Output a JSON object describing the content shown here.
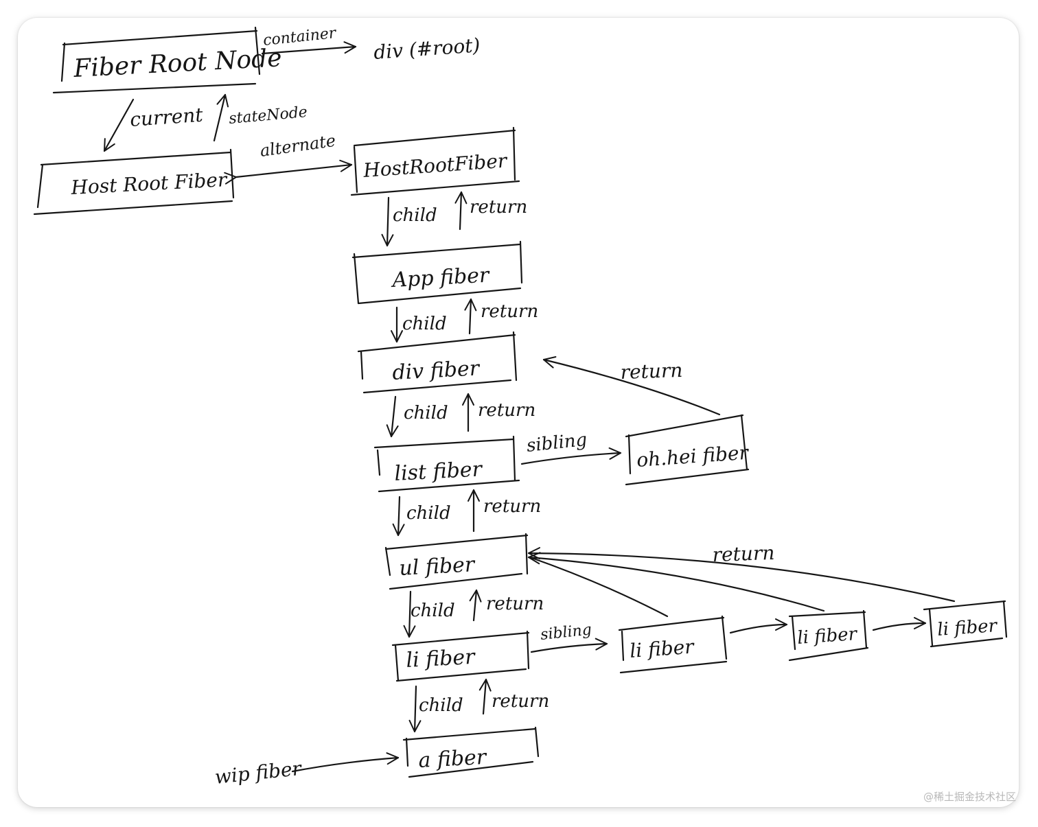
{
  "colors": {
    "ink": "#151515",
    "watermark": "#b8b8b8"
  },
  "watermark": "@稀土掘金技术社区",
  "nodes": {
    "fiber_root_node": "Fiber Root Node",
    "div_root": "div (#root)",
    "host_root_fiber_current": "Host Root Fiber",
    "host_root_fiber_wip": "HostRootFiber",
    "app_fiber": "App fiber",
    "div_fiber": "div fiber",
    "list_fiber": "list fiber",
    "ohhei_fiber": "oh.hei fiber",
    "ul_fiber": "ul fiber",
    "li_fiber_1": "li fiber",
    "li_fiber_2": "li fiber",
    "li_fiber_3": "li fiber",
    "li_fiber_4": "li fiber",
    "a_fiber": "a fiber",
    "wip_fiber": "wip fiber"
  },
  "edges": {
    "container": "container",
    "current": "current",
    "state_node": "stateNode",
    "alternate": "alternate",
    "child": "child",
    "return": "return",
    "sibling": "sibling"
  }
}
